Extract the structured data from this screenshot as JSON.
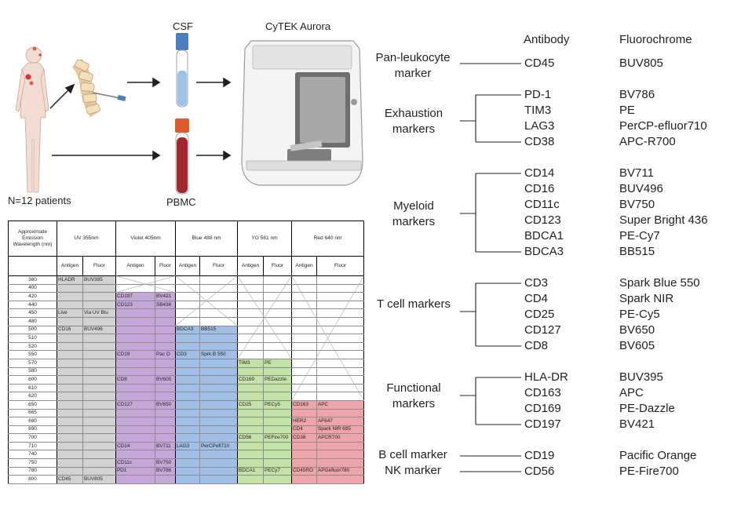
{
  "illustration": {
    "csf_label": "CSF",
    "cytometer_label": "CyTEK Aurora",
    "patients_label": "N=12 patients",
    "pbmc_label": "PBMC"
  },
  "panel_headers": {
    "antibody": "Antibody",
    "fluorochrome": "Fluorochrome"
  },
  "marker_groups": [
    {
      "name": "Pan-leukocyte marker",
      "markers": [
        {
          "antibody": "CD45",
          "fluor": "BUV805"
        }
      ]
    },
    {
      "name": "Exhaustion markers",
      "markers": [
        {
          "antibody": "PD-1",
          "fluor": "BV786"
        },
        {
          "antibody": "TIM3",
          "fluor": "PE"
        },
        {
          "antibody": "LAG3",
          "fluor": "PerCP-efluor710"
        },
        {
          "antibody": "CD38",
          "fluor": "APC-R700"
        }
      ]
    },
    {
      "name": "Myeloid markers",
      "markers": [
        {
          "antibody": "CD14",
          "fluor": "BV711"
        },
        {
          "antibody": "CD16",
          "fluor": "BUV496"
        },
        {
          "antibody": "CD11c",
          "fluor": "BV750"
        },
        {
          "antibody": "CD123",
          "fluor": "Super Bright 436"
        },
        {
          "antibody": "BDCA1",
          "fluor": "PE-Cy7"
        },
        {
          "antibody": "BDCA3",
          "fluor": "BB515"
        }
      ]
    },
    {
      "name": "T cell markers",
      "markers": [
        {
          "antibody": "CD3",
          "fluor": "Spark Blue 550"
        },
        {
          "antibody": "CD4",
          "fluor": "Spark NIR"
        },
        {
          "antibody": "CD25",
          "fluor": "PE-Cy5"
        },
        {
          "antibody": "CD127",
          "fluor": "BV650"
        },
        {
          "antibody": "CD8",
          "fluor": "BV605"
        }
      ]
    },
    {
      "name": "Functional markers",
      "markers": [
        {
          "antibody": "HLA-DR",
          "fluor": "BUV395"
        },
        {
          "antibody": "CD163",
          "fluor": "APC"
        },
        {
          "antibody": "CD169",
          "fluor": "PE-Dazzle"
        },
        {
          "antibody": "CD197",
          "fluor": "BV421"
        }
      ]
    },
    {
      "name": "B cell marker",
      "markers": [
        {
          "antibody": "CD19",
          "fluor": "Pacific Orange"
        }
      ]
    },
    {
      "name": "NK marker",
      "markers": [
        {
          "antibody": "CD56",
          "fluor": "PE-Fire700"
        }
      ]
    }
  ],
  "table": {
    "wavelength_header": "Approximate Emission Wavelength (nm)",
    "lasers": [
      "UV 355nm",
      "Violet 405nm",
      "Blue 488 nm",
      "YG 561 nm",
      "Red 640 nm"
    ],
    "antigen_label": "Antigen",
    "fluor_label": "Fluor",
    "rows": [
      {
        "wl": "380",
        "cells": [
          [
            "HLADR",
            "BUV395"
          ],
          [
            "",
            ""
          ],
          [
            "",
            ""
          ],
          [
            "",
            ""
          ],
          [
            "",
            ""
          ]
        ]
      },
      {
        "wl": "400",
        "cells": [
          [
            "",
            ""
          ],
          [
            "",
            ""
          ],
          [
            "",
            ""
          ],
          [
            "",
            ""
          ],
          [
            "",
            ""
          ]
        ]
      },
      {
        "wl": "420",
        "cells": [
          [
            "",
            ""
          ],
          [
            "CD197",
            "BV421"
          ],
          [
            "",
            ""
          ],
          [
            "",
            ""
          ],
          [
            "",
            ""
          ]
        ]
      },
      {
        "wl": "440",
        "cells": [
          [
            "",
            ""
          ],
          [
            "CD123",
            "SB436"
          ],
          [
            "",
            ""
          ],
          [
            "",
            ""
          ],
          [
            "",
            ""
          ]
        ]
      },
      {
        "wl": "450",
        "cells": [
          [
            "Live",
            "Via UV Blu"
          ],
          [
            "",
            ""
          ],
          [
            "",
            ""
          ],
          [
            "",
            ""
          ],
          [
            "",
            ""
          ]
        ]
      },
      {
        "wl": "480",
        "cells": [
          [
            "",
            ""
          ],
          [
            "",
            ""
          ],
          [
            "",
            ""
          ],
          [
            "",
            ""
          ],
          [
            "",
            ""
          ]
        ]
      },
      {
        "wl": "500",
        "cells": [
          [
            "CD16",
            "BUV496"
          ],
          [
            "",
            ""
          ],
          [
            "BDCA3",
            "BB515"
          ],
          [
            "",
            ""
          ],
          [
            "",
            ""
          ]
        ]
      },
      {
        "wl": "510",
        "cells": [
          [
            "",
            ""
          ],
          [
            "",
            ""
          ],
          [
            "",
            ""
          ],
          [
            "",
            ""
          ],
          [
            "",
            ""
          ]
        ]
      },
      {
        "wl": "520",
        "cells": [
          [
            "",
            ""
          ],
          [
            "",
            ""
          ],
          [
            "",
            ""
          ],
          [
            "",
            ""
          ],
          [
            "",
            ""
          ]
        ]
      },
      {
        "wl": "550",
        "cells": [
          [
            "",
            ""
          ],
          [
            "CD19",
            "Pac O"
          ],
          [
            "CD3",
            "Sprk B 550"
          ],
          [
            "",
            ""
          ],
          [
            "",
            ""
          ]
        ]
      },
      {
        "wl": "570",
        "cells": [
          [
            "",
            ""
          ],
          [
            "",
            ""
          ],
          [
            "",
            ""
          ],
          [
            "TIM3",
            "PE"
          ],
          [
            "",
            ""
          ]
        ]
      },
      {
        "wl": "580",
        "cells": [
          [
            "",
            ""
          ],
          [
            "",
            ""
          ],
          [
            "",
            ""
          ],
          [
            "",
            ""
          ],
          [
            "",
            ""
          ]
        ]
      },
      {
        "wl": "600",
        "cells": [
          [
            "",
            ""
          ],
          [
            "CD8",
            "BV605"
          ],
          [
            "",
            ""
          ],
          [
            "CD169",
            "PEDazzle"
          ],
          [
            "",
            ""
          ]
        ]
      },
      {
        "wl": "610",
        "cells": [
          [
            "",
            ""
          ],
          [
            "",
            ""
          ],
          [
            "",
            ""
          ],
          [
            "",
            ""
          ],
          [
            "",
            ""
          ]
        ]
      },
      {
        "wl": "620",
        "cells": [
          [
            "",
            ""
          ],
          [
            "",
            ""
          ],
          [
            "",
            ""
          ],
          [
            "",
            ""
          ],
          [
            "",
            ""
          ]
        ]
      },
      {
        "wl": "650",
        "cells": [
          [
            "",
            ""
          ],
          [
            "CD127",
            "BV650"
          ],
          [
            "",
            ""
          ],
          [
            "CD25",
            "PECy5"
          ],
          [
            "CD163",
            "APC"
          ]
        ]
      },
      {
        "wl": "665",
        "cells": [
          [
            "",
            ""
          ],
          [
            "",
            ""
          ],
          [
            "",
            ""
          ],
          [
            "",
            ""
          ],
          [
            "",
            ""
          ]
        ]
      },
      {
        "wl": "680",
        "cells": [
          [
            "",
            ""
          ],
          [
            "",
            ""
          ],
          [
            "",
            ""
          ],
          [
            "",
            ""
          ],
          [
            "HER2",
            "AF647"
          ]
        ]
      },
      {
        "wl": "690",
        "cells": [
          [
            "",
            ""
          ],
          [
            "",
            ""
          ],
          [
            "",
            ""
          ],
          [
            "",
            ""
          ],
          [
            "CD4",
            "Spark NIR 685"
          ]
        ]
      },
      {
        "wl": "700",
        "cells": [
          [
            "",
            ""
          ],
          [
            "",
            ""
          ],
          [
            "",
            ""
          ],
          [
            "CD56",
            "PEFire700"
          ],
          [
            "CD38",
            "APCR700"
          ]
        ]
      },
      {
        "wl": "710",
        "cells": [
          [
            "",
            ""
          ],
          [
            "CD14",
            "BV711"
          ],
          [
            "LAG3",
            "PerCPefl710"
          ],
          [
            "",
            ""
          ],
          [
            "",
            ""
          ]
        ]
      },
      {
        "wl": "740",
        "cells": [
          [
            "",
            ""
          ],
          [
            "",
            ""
          ],
          [
            "",
            ""
          ],
          [
            "",
            ""
          ],
          [
            "",
            ""
          ]
        ]
      },
      {
        "wl": "750",
        "cells": [
          [
            "",
            ""
          ],
          [
            "CD11c",
            "BV750"
          ],
          [
            "",
            ""
          ],
          [
            "",
            ""
          ],
          [
            "",
            ""
          ]
        ]
      },
      {
        "wl": "780",
        "cells": [
          [
            "",
            ""
          ],
          [
            "PD1",
            "BV786"
          ],
          [
            "",
            ""
          ],
          [
            "BDCA1",
            "PECy7"
          ],
          [
            "CD45RO",
            "APGefluor780"
          ]
        ]
      },
      {
        "wl": "800",
        "cells": [
          [
            "CD45",
            "BUV805"
          ],
          [
            "",
            ""
          ],
          [
            "",
            ""
          ],
          [
            "",
            ""
          ],
          [
            "",
            ""
          ]
        ]
      }
    ]
  },
  "colors": {
    "uv": "#d2d2d2",
    "violet": "#c5a8d9",
    "blue": "#9fbfe6",
    "yellow_green": "#c3e2a5",
    "red": "#eea4a9",
    "csf_tube": "#9cc3e8",
    "pbmc_tube": "#a3272b",
    "tube_cap_pbmc": "#e0592a"
  }
}
